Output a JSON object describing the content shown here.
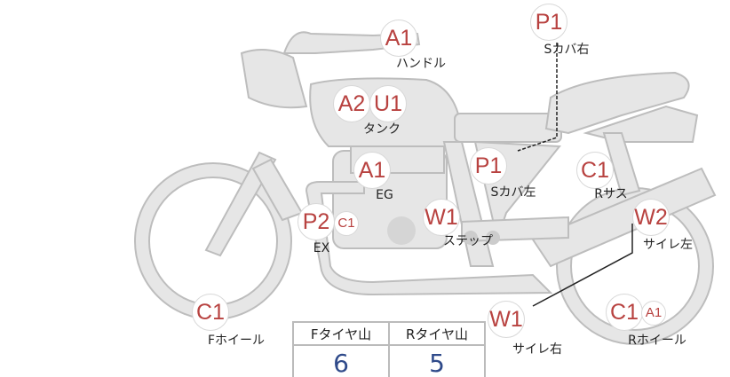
{
  "markers": [
    {
      "code": "A1",
      "label": "ハンドル"
    },
    {
      "code": "P1",
      "label": "Sカバ右"
    },
    {
      "code": "A2",
      "code2": "U1",
      "label": "タンク"
    },
    {
      "code": "A1",
      "label": "EG"
    },
    {
      "code": "P1",
      "label": "Sカバ左"
    },
    {
      "code": "C1",
      "label": "Rサス"
    },
    {
      "code": "P2",
      "code2": "C1",
      "label": "EX"
    },
    {
      "code": "W1",
      "label": "ステップ"
    },
    {
      "code": "W2",
      "label": "サイレ左"
    },
    {
      "code": "W1",
      "label": "サイレ右"
    },
    {
      "code": "C1",
      "label": "Fホイール"
    },
    {
      "code": "C1",
      "code2": "A1",
      "label": "Rホイール"
    }
  ],
  "tire_table": {
    "headers": [
      "Fタイヤ山",
      "Rタイヤ山"
    ],
    "values": [
      "6",
      "5"
    ]
  },
  "colors": {
    "marker_text": "#b84240",
    "value_text": "#2f4a8a",
    "bike_fill": "#e6e6e6",
    "bike_stroke": "#bdbdbd"
  }
}
